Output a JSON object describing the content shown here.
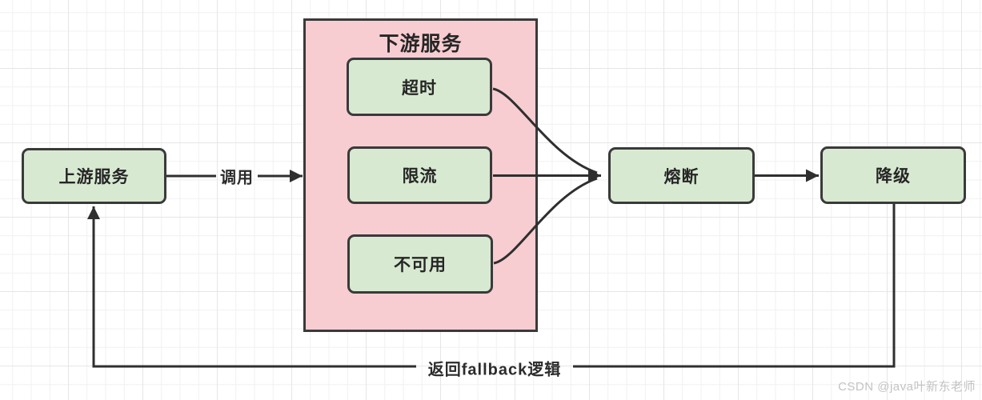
{
  "diagram": {
    "container": {
      "title": "下游服务"
    },
    "nodes": {
      "upstream": "上游服务",
      "timeout": "超时",
      "rate_limit": "限流",
      "unavailable": "不可用",
      "circuit_break": "熔断",
      "degrade": "降级"
    },
    "edge_labels": {
      "call": "调用",
      "fallback": "返回fallback逻辑"
    },
    "colors": {
      "node_fill": "#d8e9d2",
      "container_fill": "#f7cdd2",
      "stroke": "#3a3a3a",
      "line": "#2f2f2f",
      "grid_minor": "#f1f1f1",
      "grid_major": "#e6e6e6"
    }
  },
  "watermark": "CSDN @java叶新东老师"
}
